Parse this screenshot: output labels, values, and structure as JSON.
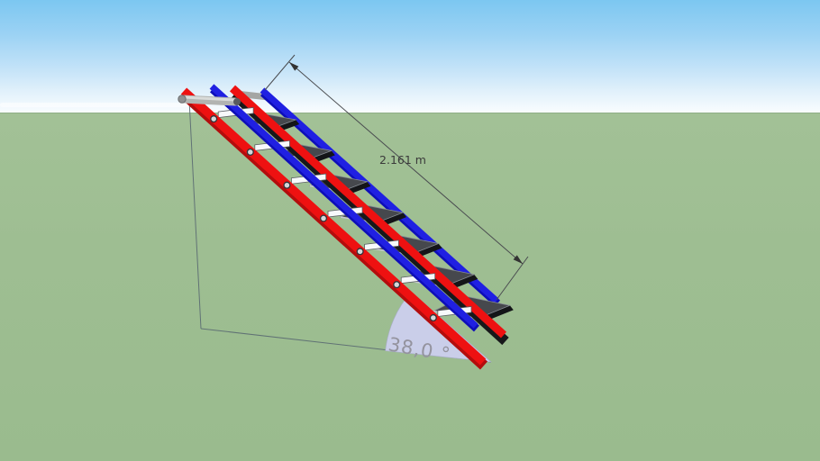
{
  "viewport": {
    "description_label": "",
    "model": {
      "ladder_steps_count": 7
    }
  },
  "annotations": {
    "length_dimension": {
      "label": "2.161 m"
    },
    "angle_dimension": {
      "label": "38,0 °"
    }
  },
  "colors": {
    "ladder_red": "#ee1111",
    "ladder_red_shade": "#b30d0d",
    "stair_blue": "#2020e2",
    "stair_blue_shade": "#0e0eb8",
    "rail_black": "#17181a",
    "tread_top": "#46484d",
    "tread_side": "#141518",
    "tread_edge_light": "#c6cad0",
    "tread_edge_mid": "#868c94",
    "rung_white": "#f7f9fa",
    "rung_outline": "#5a5e63",
    "rivet_fill": "#d4d7da",
    "rivet_ring": "#30343a",
    "metal_gray": "#b2b4b2",
    "metal_light": "#d9dbd9",
    "metal_mid": "#a4a6a4",
    "metal_dark": "#595b5e",
    "metal_cap": "#8e9092",
    "guide_line": "#5a6a72",
    "dimension_line": "#4a4c50",
    "arrow_fill": "#333333",
    "dimension_text": "#3a3a3a",
    "angle_text": "#94939e",
    "wedge_fill": "#cacee9",
    "sky_top": "#7cc7f1",
    "sky_horizon": "#f8fcff",
    "ground_green": "#9ebe92"
  }
}
